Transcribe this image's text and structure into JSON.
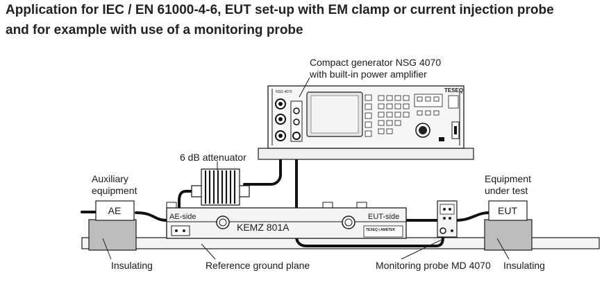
{
  "title": {
    "line1": "Application for IEC / EN 61000-4-6, EUT set-up with EM clamp or current injection probe",
    "line2": "and for example with use of a monitoring probe"
  },
  "labels": {
    "generator_line1": "Compact generator NSG 4070",
    "generator_line2": "with built-in power amplifier",
    "attenuator": "6 dB attenuator",
    "aux_line1": "Auxiliary",
    "aux_line2": "equipment",
    "eut_line1": "Equipment",
    "eut_line2": "under test",
    "ae_box": "AE",
    "eut_box": "EUT",
    "ae_side": "AE-side",
    "eut_side": "EUT-side",
    "clamp_name": "KEMZ 801A",
    "insulating_left": "Insulating",
    "ground_plane": "Reference ground plane",
    "monitoring_probe": "Monitoring probe MD 4070",
    "insulating_right": "Insulating"
  },
  "brand": {
    "generator_brand": "TESEQ",
    "clamp_brand": "TESEQ | AMETEK",
    "generator_model": "NSG 4070"
  },
  "colors": {
    "outline": "#1a1a1a",
    "device_fill": "#f4f4f4",
    "insulator_fill": "#bdbdbd",
    "screen_fill": "#e6e6e6"
  }
}
